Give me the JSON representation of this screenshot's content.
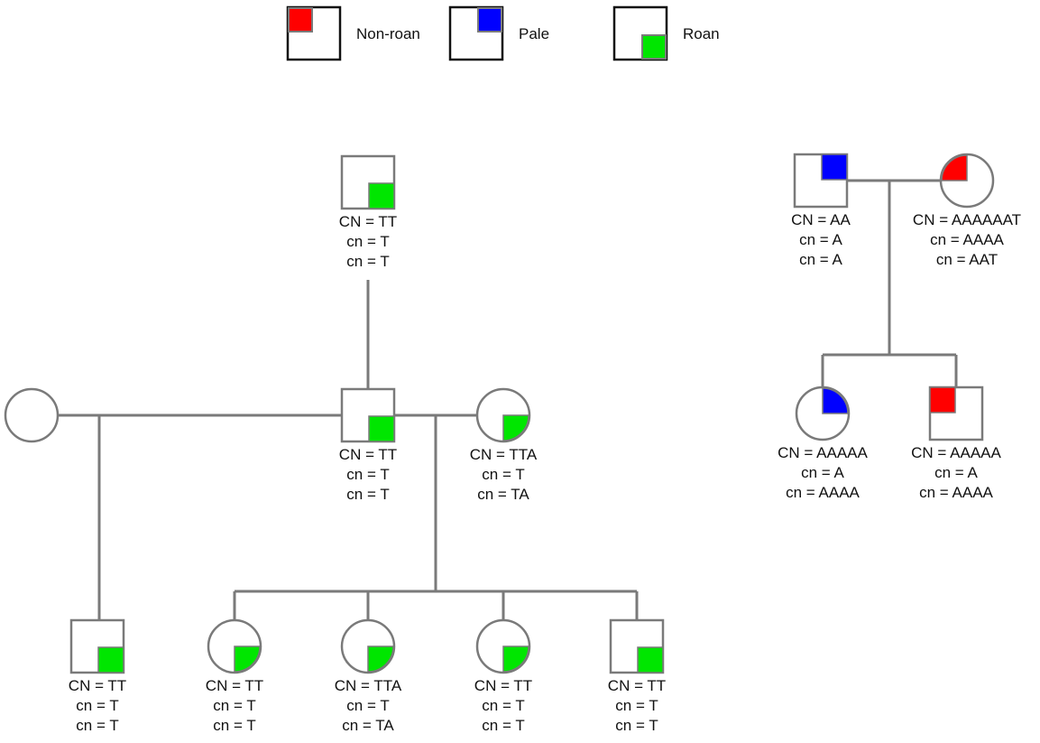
{
  "legend": [
    {
      "label": "Non-roan",
      "color": "#ff0000",
      "corner": "top-left"
    },
    {
      "label": "Pale",
      "color": "#0000ff",
      "corner": "top-right"
    },
    {
      "label": "Roan",
      "color": "#00e600",
      "corner": "bottom-right"
    }
  ],
  "individuals": [
    {
      "id": "sire-top",
      "sex": "male",
      "phenotype": "Roan",
      "lines": [
        "CN = TT",
        "cn = T",
        "cn = T"
      ]
    },
    {
      "id": "mate-female-left",
      "sex": "female",
      "phenotype": "",
      "lines": []
    },
    {
      "id": "sire-mid",
      "sex": "male",
      "phenotype": "Roan",
      "lines": [
        "CN = TT",
        "cn = T",
        "cn = T"
      ]
    },
    {
      "id": "dam-mid",
      "sex": "female",
      "phenotype": "Roan",
      "lines": [
        "CN = TTA",
        "cn = T",
        "cn = TA"
      ]
    },
    {
      "id": "offspring-1",
      "sex": "male",
      "phenotype": "Roan",
      "lines": [
        "CN = TT",
        "cn = T",
        "cn = T"
      ]
    },
    {
      "id": "offspring-2",
      "sex": "female",
      "phenotype": "Roan",
      "lines": [
        "CN = TT",
        "cn = T",
        "cn = T"
      ]
    },
    {
      "id": "offspring-3",
      "sex": "female",
      "phenotype": "Roan",
      "lines": [
        "CN = TTA",
        "cn = T",
        "cn = TA"
      ]
    },
    {
      "id": "offspring-4",
      "sex": "female",
      "phenotype": "Roan",
      "lines": [
        "CN = TT",
        "cn = T",
        "cn = T"
      ]
    },
    {
      "id": "offspring-5",
      "sex": "male",
      "phenotype": "Roan",
      "lines": [
        "CN = TT",
        "cn = T",
        "cn = T"
      ]
    },
    {
      "id": "right-sire",
      "sex": "male",
      "phenotype": "Pale",
      "lines": [
        "CN = AA",
        "cn = A",
        "cn = A"
      ]
    },
    {
      "id": "right-dam",
      "sex": "female",
      "phenotype": "Non-roan",
      "lines": [
        "CN = AAAAAAT",
        "cn = AAAA",
        "cn = AAT"
      ]
    },
    {
      "id": "right-offspring-female",
      "sex": "female",
      "phenotype": "Pale",
      "lines": [
        "CN = AAAAA",
        "cn = A",
        "cn = AAAA"
      ]
    },
    {
      "id": "right-offspring-male",
      "sex": "male",
      "phenotype": "Non-roan",
      "lines": [
        "CN = AAAAA",
        "cn = A",
        "cn = AAAA"
      ]
    }
  ]
}
